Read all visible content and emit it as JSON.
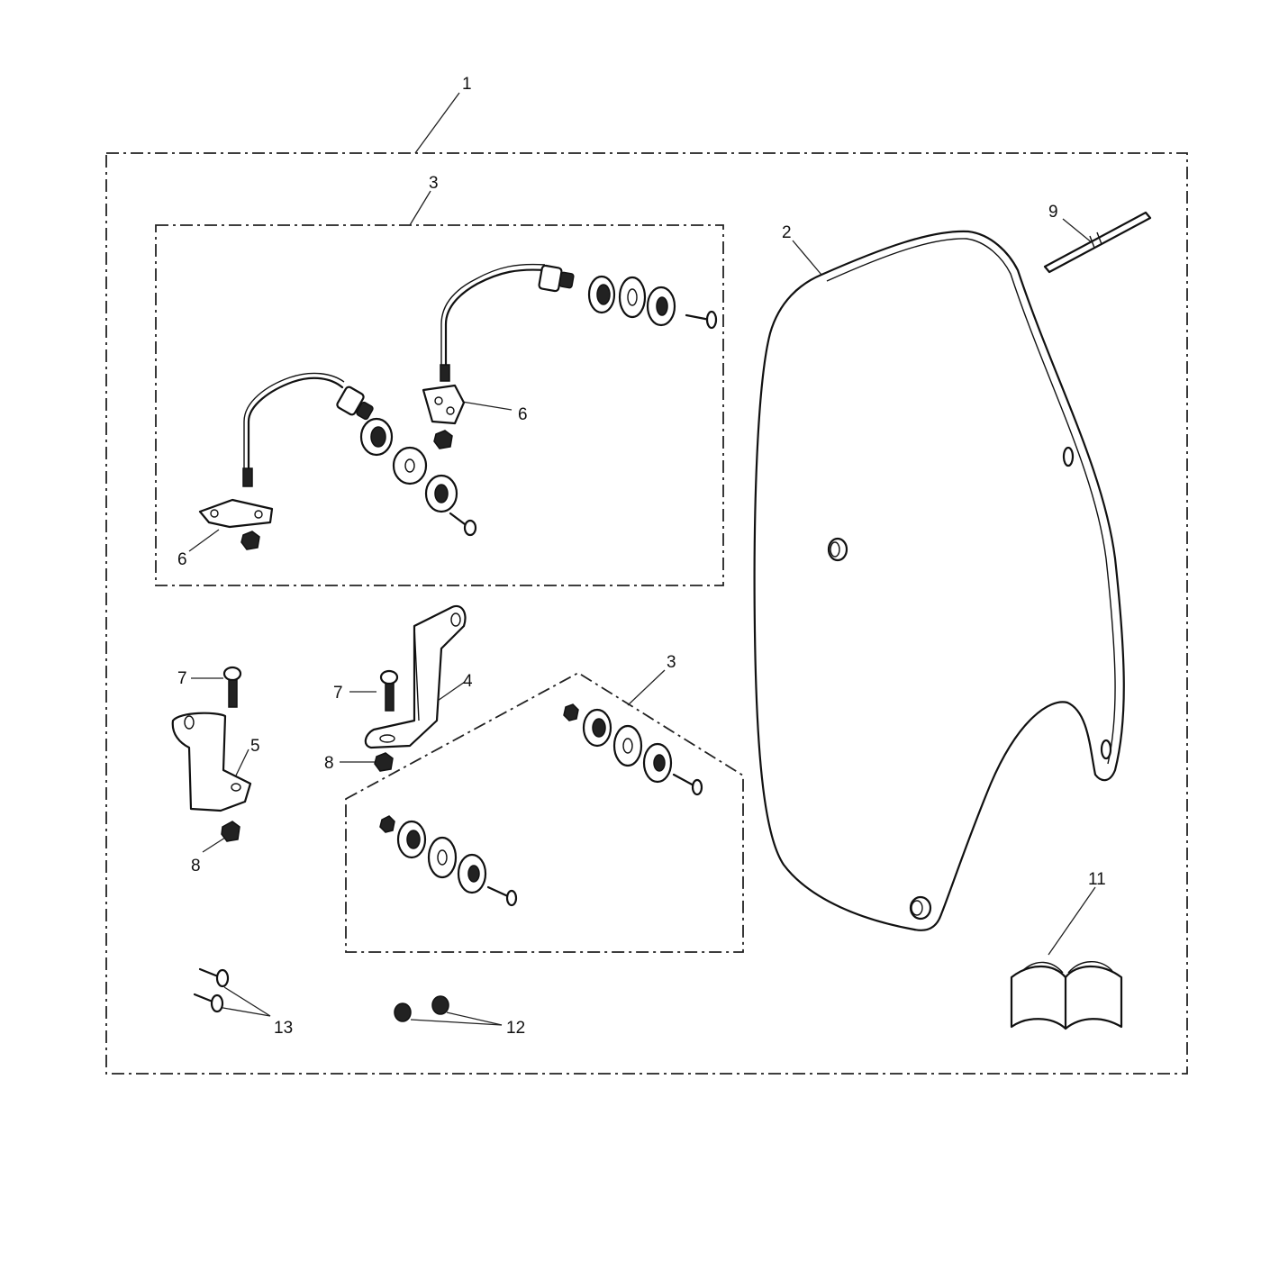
{
  "callouts": {
    "c1": "1",
    "c2": "2",
    "c3_top": "3",
    "c3_mid": "3",
    "c4": "4",
    "c5": "5",
    "c6_right": "6",
    "c6_left": "6",
    "c7_left": "7",
    "c7_right": "7",
    "c8_left": "8",
    "c8_right": "8",
    "c9": "9",
    "c11": "11",
    "c12": "12",
    "c13": "13"
  }
}
